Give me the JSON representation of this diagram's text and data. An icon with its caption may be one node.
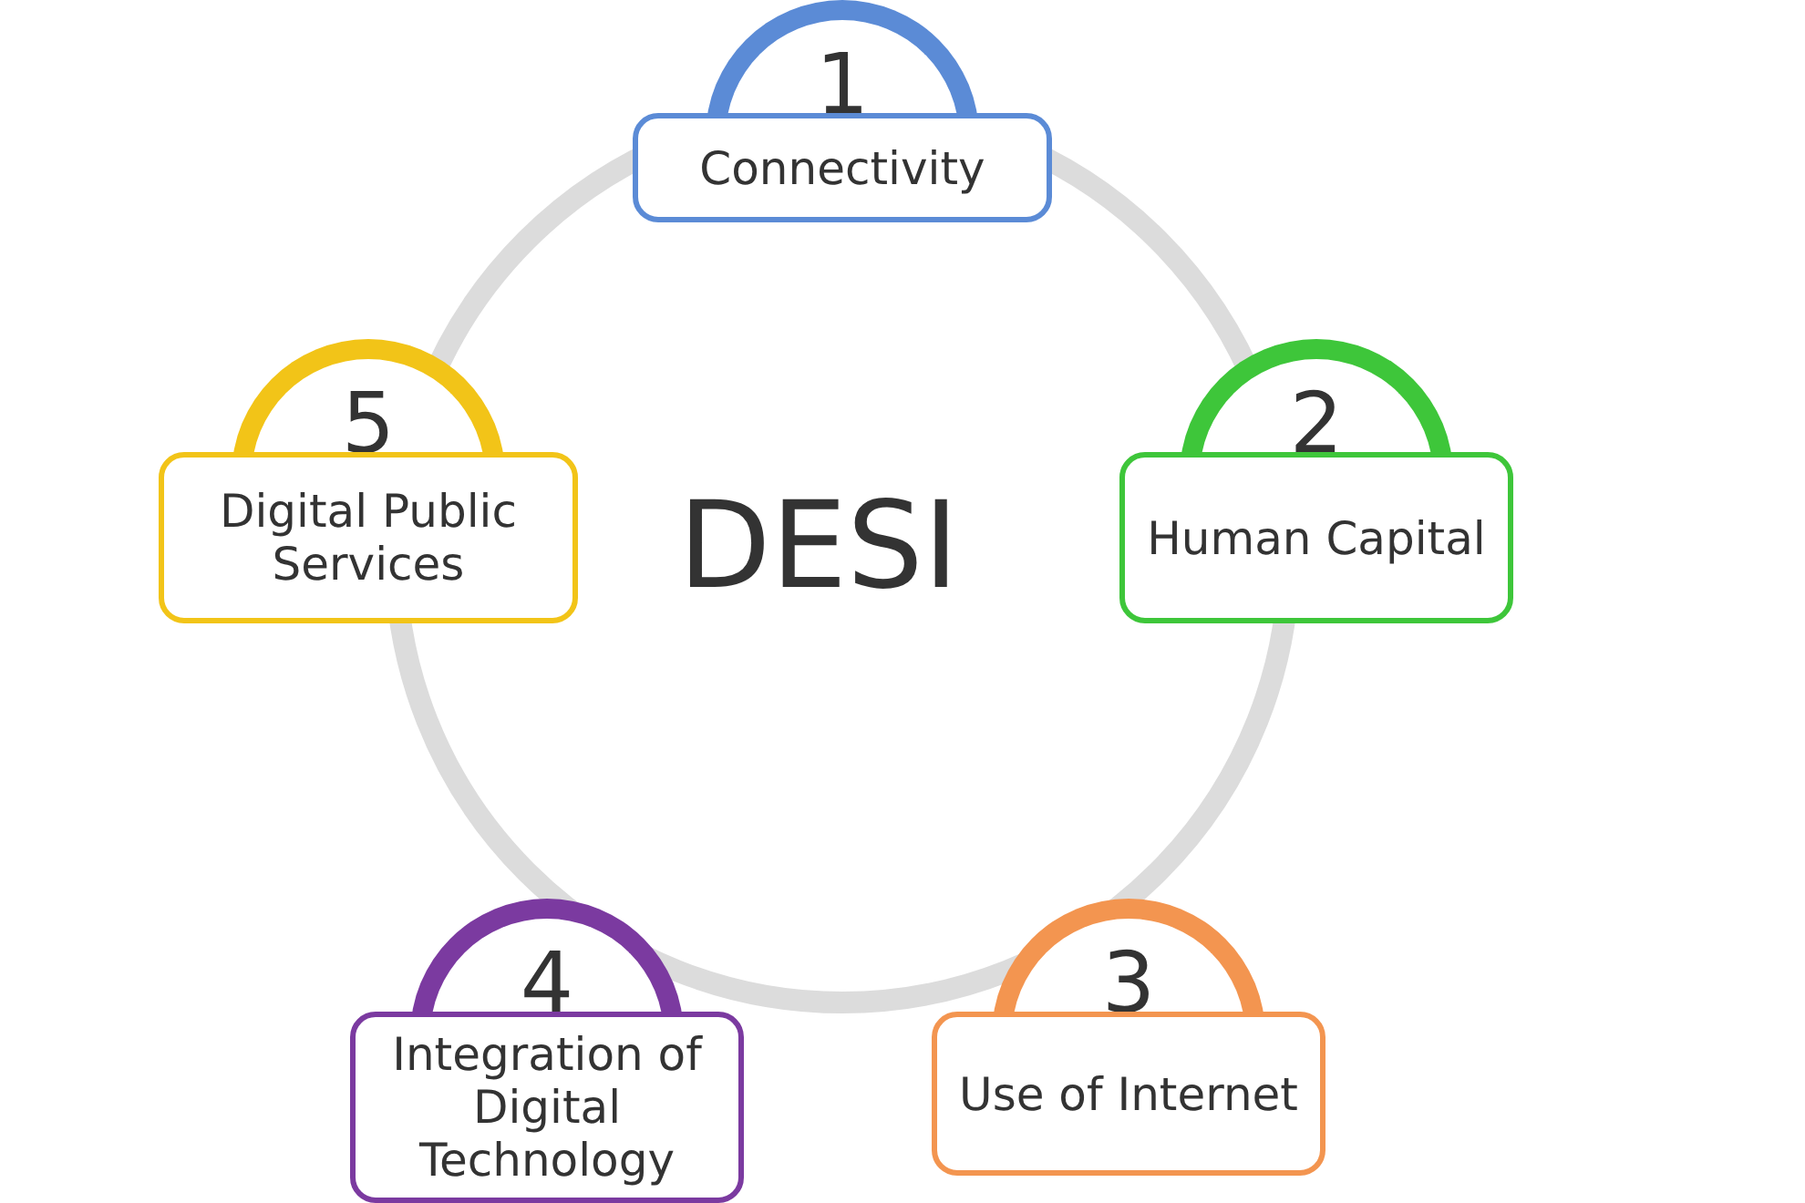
{
  "diagram": {
    "nodes": [
      {
        "text": [
          "1",
          "Connectivity"
        ]
      },
      {
        "text": [
          "2",
          "Human Capital"
        ]
      },
      {
        "text": [
          "3",
          "Use of Internet"
        ]
      },
      {
        "text": [
          "4",
          "Integration of Digital Technology"
        ]
      },
      {
        "text": [
          "5",
          "Digital Public Services"
        ]
      }
    ],
    "labels": [
      "DESI"
    ]
  }
}
